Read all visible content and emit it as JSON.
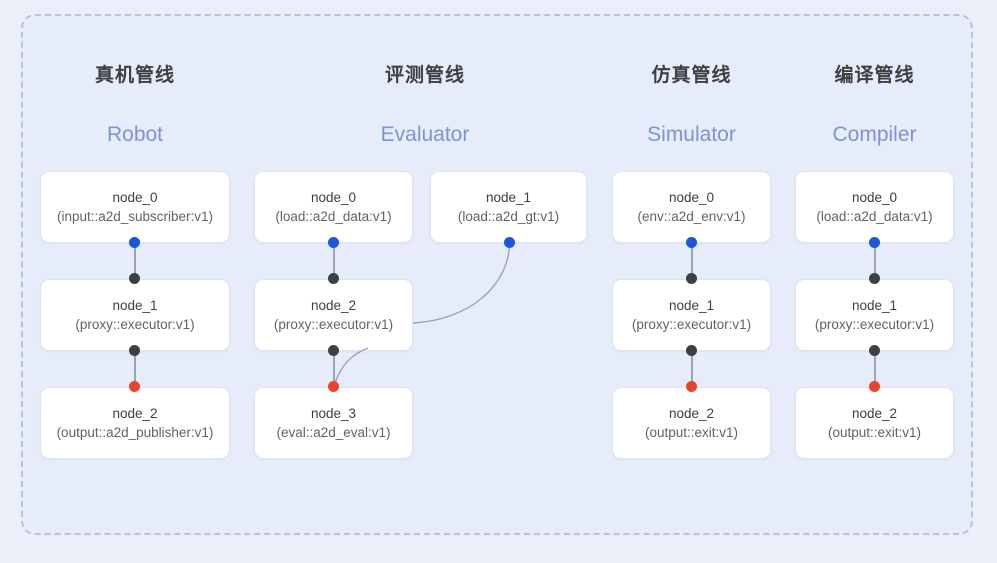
{
  "diagram": {
    "background_color": "#e6ecf9",
    "border_color": "#b9c2d6",
    "port_colors": {
      "output": "#1a56d6",
      "relay": "#3c4043",
      "input": "#e8432b"
    },
    "columns": [
      {
        "id": "robot",
        "title_cn": "真机管线",
        "title_en": "Robot",
        "nodes": [
          {
            "name": "node_0",
            "type": "(input::a2d_subscriber:v1)"
          },
          {
            "name": "node_1",
            "type": "(proxy::executor:v1)"
          },
          {
            "name": "node_2",
            "type": "(output::a2d_publisher:v1)"
          }
        ]
      },
      {
        "id": "evaluator",
        "title_cn": "评测管线",
        "title_en": "Evaluator",
        "nodes": [
          {
            "name": "node_0",
            "type": "(load::a2d_data:v1)"
          },
          {
            "name": "node_2",
            "type": "(proxy::executor:v1)"
          },
          {
            "name": "node_3",
            "type": "(eval::a2d_eval:v1)"
          },
          {
            "name": "node_1",
            "type": "(load::a2d_gt:v1)"
          }
        ]
      },
      {
        "id": "simulator",
        "title_cn": "仿真管线",
        "title_en": "Simulator",
        "nodes": [
          {
            "name": "node_0",
            "type": "(env::a2d_env:v1)"
          },
          {
            "name": "node_1",
            "type": "(proxy::executor:v1)"
          },
          {
            "name": "node_2",
            "type": "(output::exit:v1)"
          }
        ]
      },
      {
        "id": "compiler",
        "title_cn": "编译管线",
        "title_en": "Compiler",
        "nodes": [
          {
            "name": "node_0",
            "type": "(load::a2d_data:v1)"
          },
          {
            "name": "node_1",
            "type": "(proxy::executor:v1)"
          },
          {
            "name": "node_2",
            "type": "(output::exit:v1)"
          }
        ]
      }
    ]
  }
}
